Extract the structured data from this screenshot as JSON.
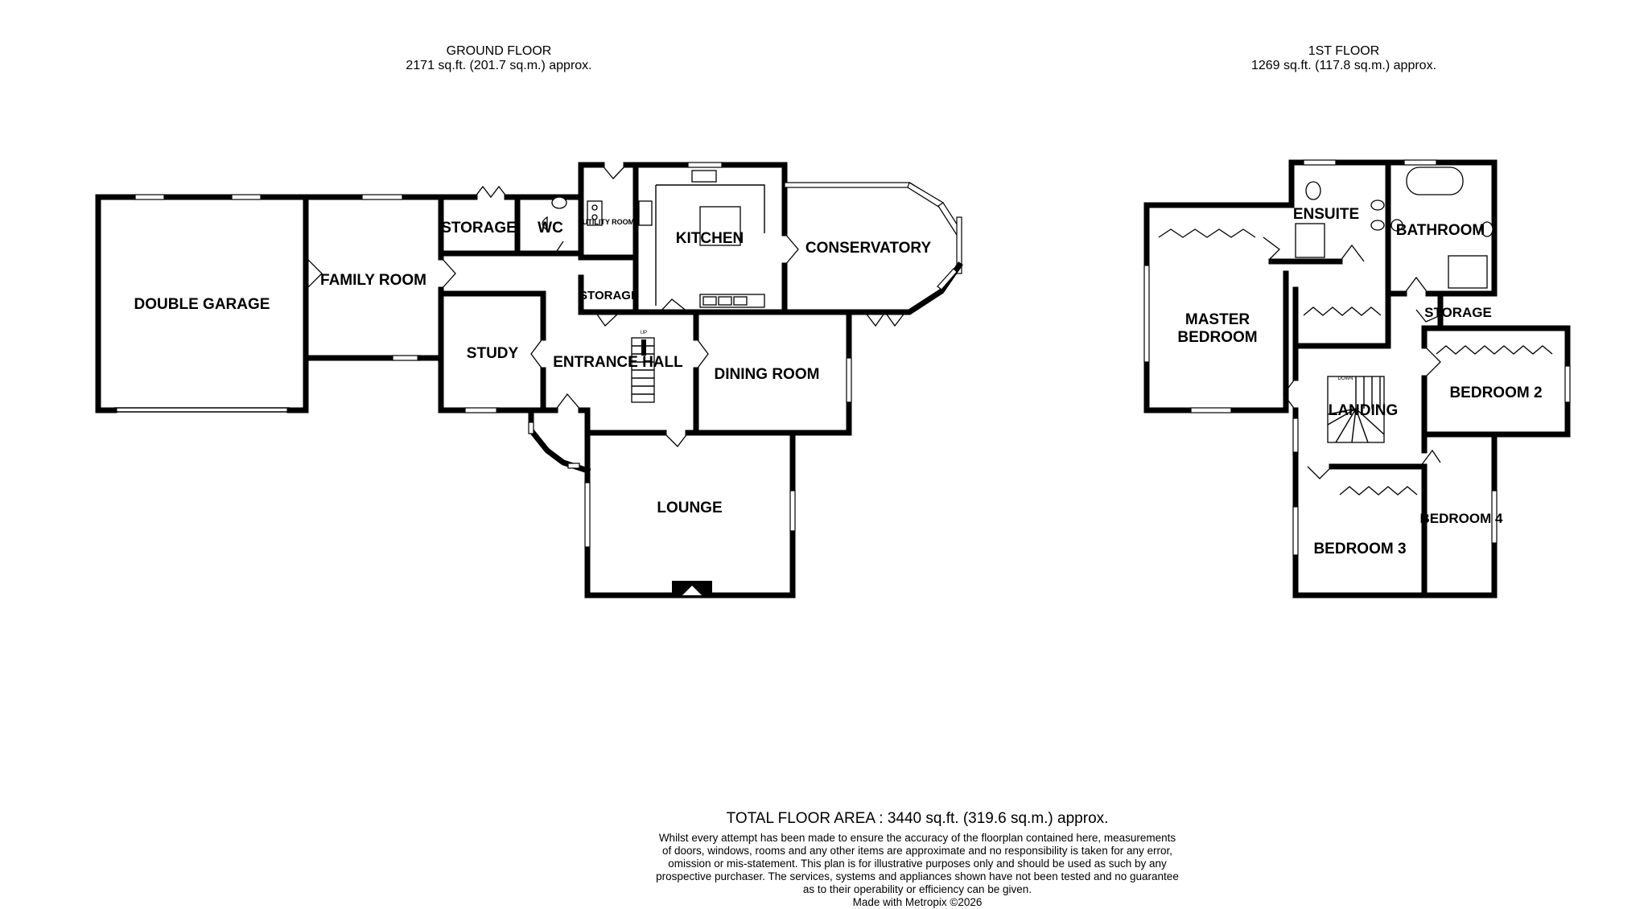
{
  "ground_floor": {
    "title": "GROUND FLOOR",
    "area": "2171 sq.ft. (201.7 sq.m.) approx.",
    "rooms": {
      "double_garage": "DOUBLE GARAGE",
      "family_room": "FAMILY ROOM",
      "storage_1": "STORAGE",
      "wc": "WC",
      "utility_room": "UTILITY ROOM",
      "kitchen": "KITCHEN",
      "conservatory": "CONSERVATORY",
      "storage_2": "STORAGE",
      "study": "STUDY",
      "entrance_hall": "ENTRANCE HALL",
      "dining_room": "DINING ROOM",
      "lounge": "LOUNGE"
    },
    "stair_label": "UP"
  },
  "first_floor": {
    "title": "1ST FLOOR",
    "area": "1269 sq.ft. (117.8 sq.m.) approx.",
    "rooms": {
      "ensuite": "ENSUITE",
      "bathroom": "BATHROOM",
      "master_bedroom_line1": "MASTER",
      "master_bedroom_line2": "BEDROOM",
      "storage": "STORAGE",
      "landing": "LANDING",
      "bedroom_2": "BEDROOM 2",
      "bedroom_3": "BEDROOM 3",
      "bedroom_4": "BEDROOM 4"
    },
    "stair_label": "DOWN"
  },
  "footer": {
    "total_area": "TOTAL FLOOR AREA : 3440 sq.ft. (319.6 sq.m.) approx.",
    "disclaimer_lines": [
      "Whilst every attempt has been made to ensure the accuracy of the floorplan contained here, measurements",
      "of doors, windows, rooms and any other items are approximate and no responsibility is taken for any error,",
      "omission or mis-statement. This plan is for illustrative purposes only and should be used as such by any",
      "prospective purchaser. The services, systems and appliances shown have not been tested and no guarantee",
      "as to their operability or efficiency can be given."
    ],
    "credit": "Made with Metropix ©2026"
  }
}
